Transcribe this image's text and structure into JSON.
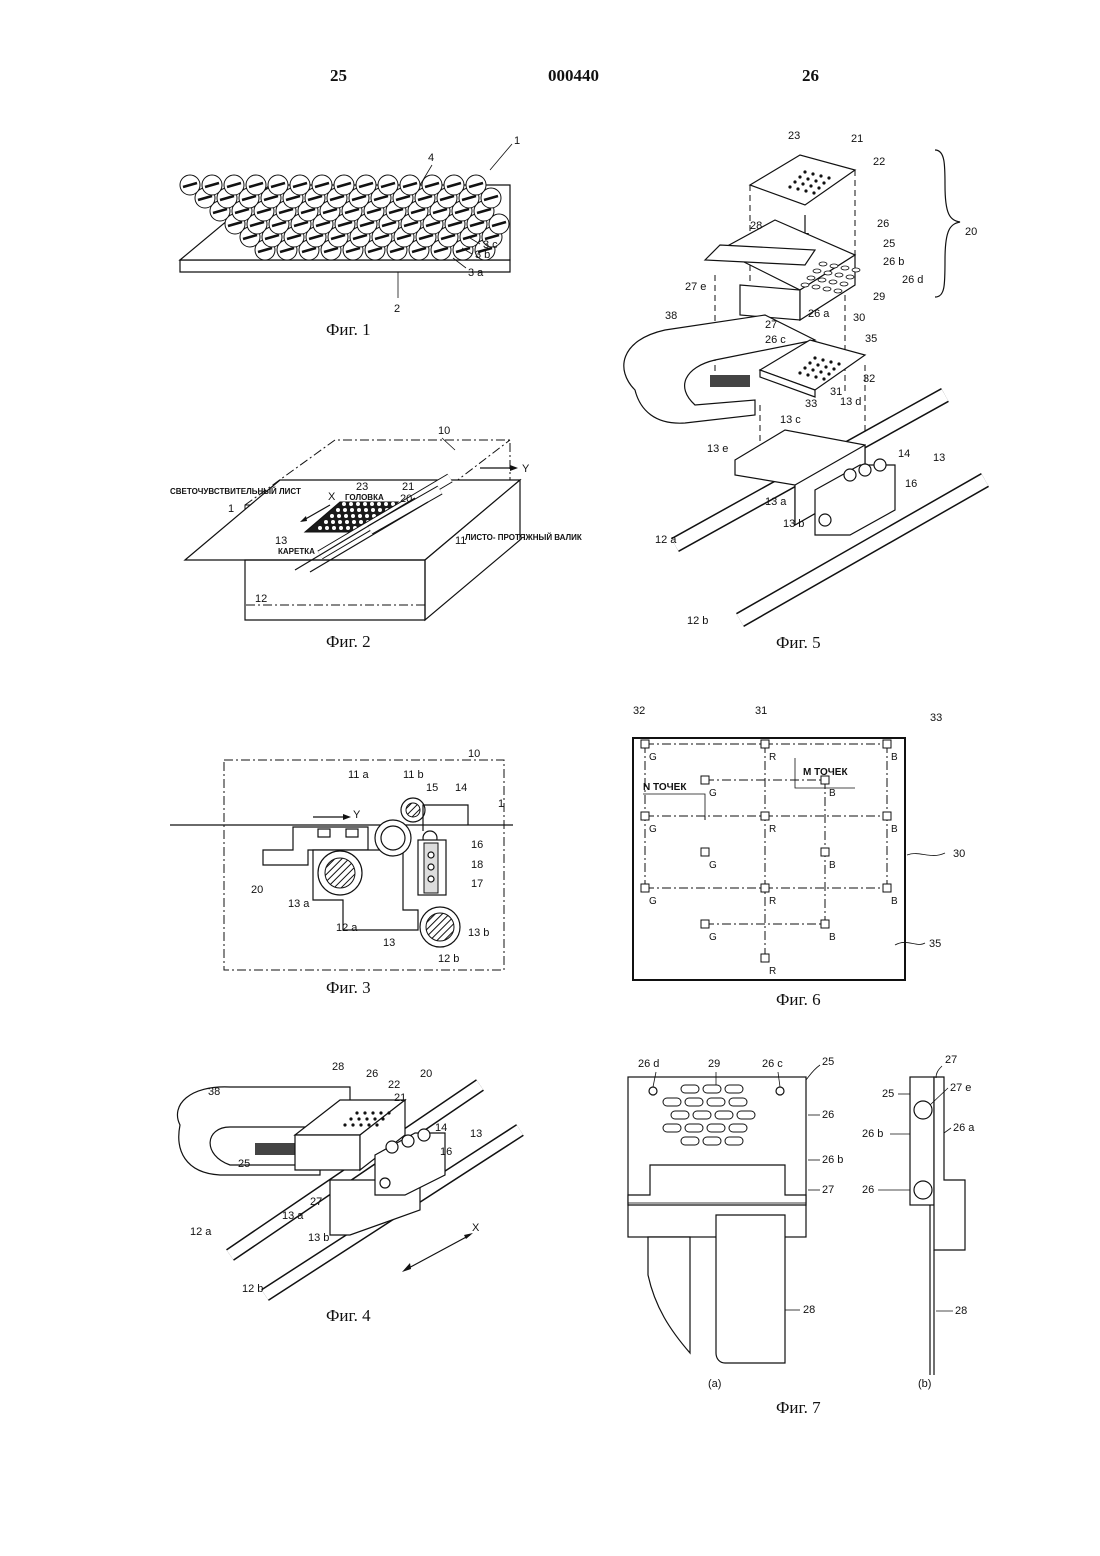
{
  "header": {
    "left": "25",
    "center": "000440",
    "right": "26"
  },
  "figures": {
    "fig1": {
      "caption": "Фиг. 1",
      "labels": {
        "n1": "1",
        "n4": "4",
        "n3c": "3 c",
        "n3b": "3 b",
        "n3a": "3 a",
        "n2": "2"
      }
    },
    "fig2": {
      "caption": "Фиг. 2",
      "labels": {
        "n10": "10",
        "y": "Y",
        "n23": "23",
        "n21": "21",
        "n20": "20",
        "x": "X",
        "n1": "1",
        "n13": "13",
        "n11": "11",
        "n12": "12"
      },
      "texts": {
        "sheet": "СВЕТОЧУВСТВИТЕЛЬНЫЙ ЛИСТ",
        "head": "ГОЛОВКА",
        "carriage": "КАРЕТКА",
        "roller": "ЛИСТО- ПРОТЯЖНЫЙ ВАЛИК"
      }
    },
    "fig3": {
      "caption": "Фиг. 3",
      "labels": {
        "n10": "10",
        "n11a": "11 a",
        "n11b": "11 b",
        "n15": "15",
        "n14": "14",
        "n1": "1",
        "y": "Y",
        "n16": "16",
        "n18": "18",
        "n17": "17",
        "n20": "20",
        "n13a": "13 a",
        "n12a": "12 a",
        "n13": "13",
        "n13b": "13 b",
        "n12b": "12 b"
      }
    },
    "fig4": {
      "caption": "Фиг. 4",
      "labels": {
        "n28": "28",
        "n26": "26",
        "n20": "20",
        "n38": "38",
        "n22": "22",
        "n21": "21",
        "n14": "14",
        "n13": "13",
        "n16": "16",
        "n25": "25",
        "n27": "27",
        "n13a": "13 a",
        "n12a": "12 a",
        "n13b": "13 b",
        "x": "X",
        "n12b": "12 b"
      }
    },
    "fig5": {
      "caption": "Фиг. 5",
      "labels": {
        "n23": "23",
        "n21": "21",
        "n22": "22",
        "n20": "20",
        "n28": "28",
        "n26": "26",
        "n25": "25",
        "n26b": "26 b",
        "n26d": "26 d",
        "n27e": "27 e",
        "n29": "29",
        "n26a": "26 a",
        "n38": "38",
        "n27": "27",
        "n26c": "26 c",
        "n30": "30",
        "n35": "35",
        "n32": "32",
        "n31": "31",
        "n33": "33",
        "n13c": "13 c",
        "n13d": "13 d",
        "n13e": "13 e",
        "n14": "14",
        "n13": "13",
        "n16": "16",
        "n13a": "13 a",
        "n12a": "12 a",
        "n13b": "13 b",
        "n12b": "12 b"
      }
    },
    "fig6": {
      "caption": "Фиг. 6",
      "labels": {
        "n32": "32",
        "n31": "31",
        "n33": "33",
        "n30": "30",
        "n35": "35"
      },
      "texts": {
        "m": "M ТОЧЕК",
        "n": "N ТОЧЕК",
        "g": "G",
        "r": "R",
        "b": "B"
      }
    },
    "fig7": {
      "caption": "Фиг. 7",
      "labels": {
        "n26d": "26 d",
        "n29": "29",
        "n26c": "26 c",
        "n25": "25",
        "n26": "26",
        "n26b": "26 b",
        "n27": "27",
        "n28": "28",
        "a": "(a)",
        "b_n27": "27",
        "b_n25": "25",
        "b_n27e": "27 e",
        "b_n26b": "26 b",
        "b_n26a": "26 a",
        "b_n26": "26",
        "b_n28": "28",
        "b": "(b)"
      }
    }
  }
}
